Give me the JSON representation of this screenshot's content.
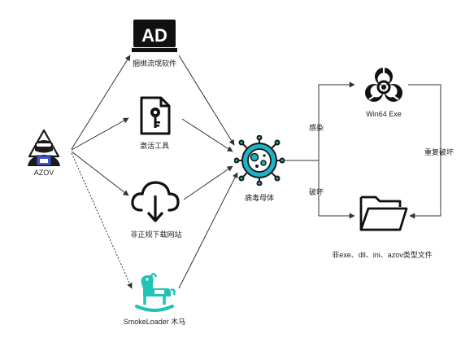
{
  "nodes": {
    "azov": {
      "label": "AZOV",
      "icon": "hacker-icon",
      "color": "#1a1a1a",
      "accent": "#3f51d4"
    },
    "adware": {
      "label": "捆绑流氓软件",
      "icon": "ad-icon",
      "badge_text": "AD"
    },
    "activator": {
      "label": "激活工具",
      "icon": "key-file-icon"
    },
    "download_site": {
      "label": "非正规下载网站",
      "icon": "cloud-download-icon"
    },
    "smokeloader": {
      "label": "SmokeLoader 木马",
      "icon": "rocking-horse-icon",
      "color": "#1fc4b4"
    },
    "virus": {
      "label": "病毒母体",
      "icon": "virus-icon",
      "color": "#1fb3c4",
      "outline": "#1a1a1a"
    },
    "win64": {
      "label": "Win64 Exe",
      "icon": "biohazard-icon"
    },
    "files": {
      "label": "非exe、dll、ini、azov类型文件",
      "icon": "folder-icon"
    }
  },
  "edges": {
    "infect": "感染",
    "destroy": "破坏",
    "repeat_destroy": "重复破坏"
  },
  "colors": {
    "arrow": "#333333",
    "background": "#ffffff"
  }
}
